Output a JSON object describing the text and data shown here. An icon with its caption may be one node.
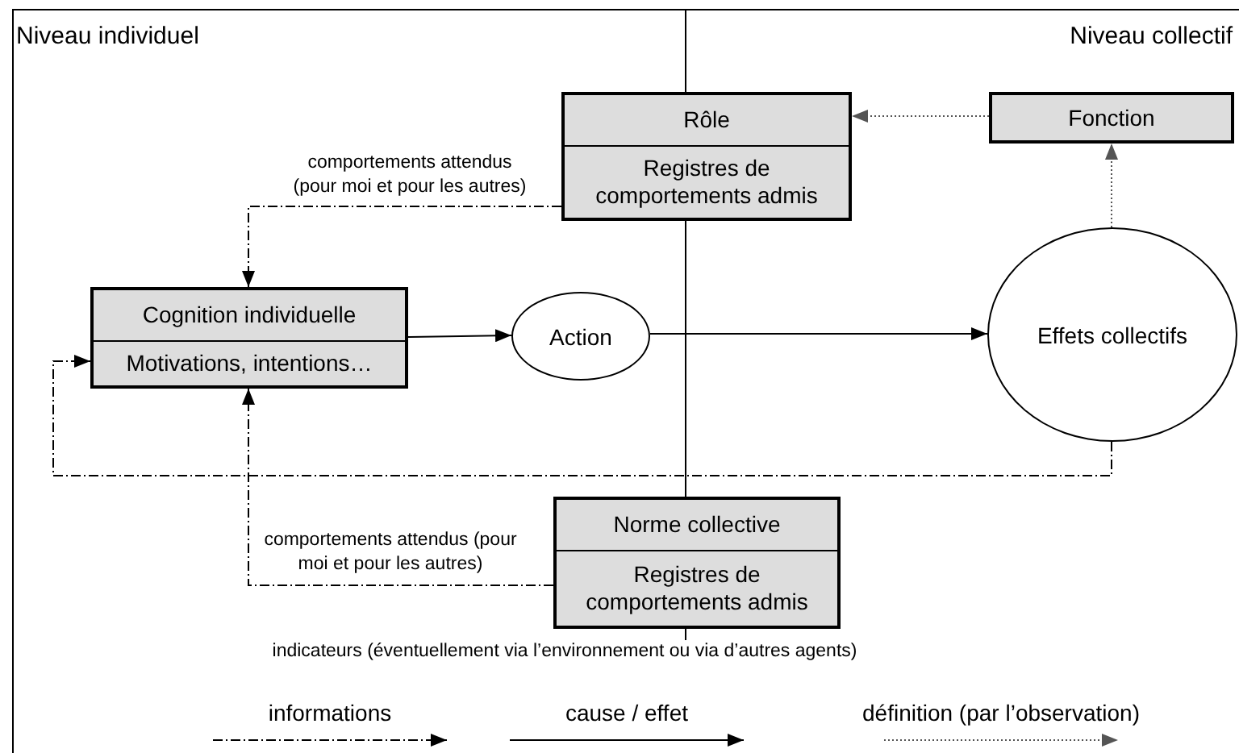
{
  "diagram": {
    "nodes": [
      {
        "text": [
          "Rôle",
          "Registres de comportements admis"
        ]
      },
      {
        "text": [
          "Fonction"
        ]
      },
      {
        "text": [
          "Cognition individuelle",
          "Motivations, intentions…"
        ]
      },
      {
        "text": [
          "Action"
        ]
      },
      {
        "text": [
          "Effets collectifs"
        ]
      },
      {
        "text": [
          "Norme collective",
          "Registres de comportements admis"
        ]
      }
    ],
    "edges": [
      {
        "from": 1,
        "to": 0,
        "arrow": "to",
        "style": "dashed",
        "color": "#555555"
      },
      {
        "from": 4,
        "to": 1,
        "arrow": "to",
        "style": "dashed",
        "color": "#555555"
      },
      {
        "from": 0,
        "to": 2,
        "arrow": "to",
        "style": "dashed",
        "label": "comportements attendus (pour moi et pour les autres)"
      },
      {
        "from": 2,
        "to": 3,
        "arrow": "to"
      },
      {
        "from": 3,
        "to": 4,
        "arrow": "to"
      },
      {
        "from": 4,
        "to": 2,
        "arrow": "to",
        "style": "dashed"
      },
      {
        "from": 5,
        "to": 2,
        "arrow": "to",
        "style": "dashed",
        "label": "comportements attendus (pour moi et pour les autres)"
      }
    ],
    "labels": [
      "Niveau individuel",
      "Niveau collectif",
      "indicateurs (éventuellement via l’environnement ou via d’autres agents)"
    ],
    "legend": [
      {
        "text": "informations"
      },
      {
        "text": "cause / effet"
      },
      {
        "text": "définition (par l’observation)"
      }
    ]
  }
}
